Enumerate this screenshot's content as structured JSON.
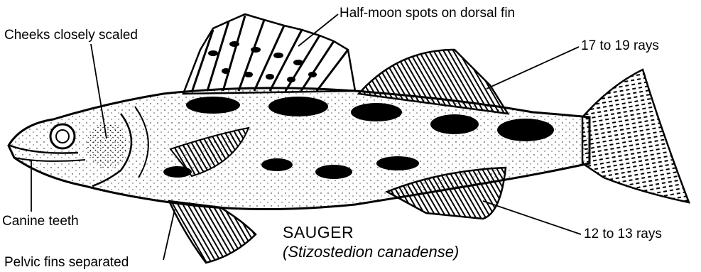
{
  "figure": {
    "common_name": "SAUGER",
    "scientific_name": "(Stizostedion canadense)"
  },
  "labels": {
    "cheeks": "Cheeks closely scaled",
    "dorsal_spots": "Half-moon spots on dorsal fin",
    "second_dorsal_rays": "17 to 19 rays",
    "canine_teeth": "Canine teeth",
    "anal_rays": "12 to 13 rays",
    "pelvic_fins": "Pelvic fins separated"
  },
  "colors": {
    "ink": "#000000",
    "paper": "#ffffff"
  }
}
